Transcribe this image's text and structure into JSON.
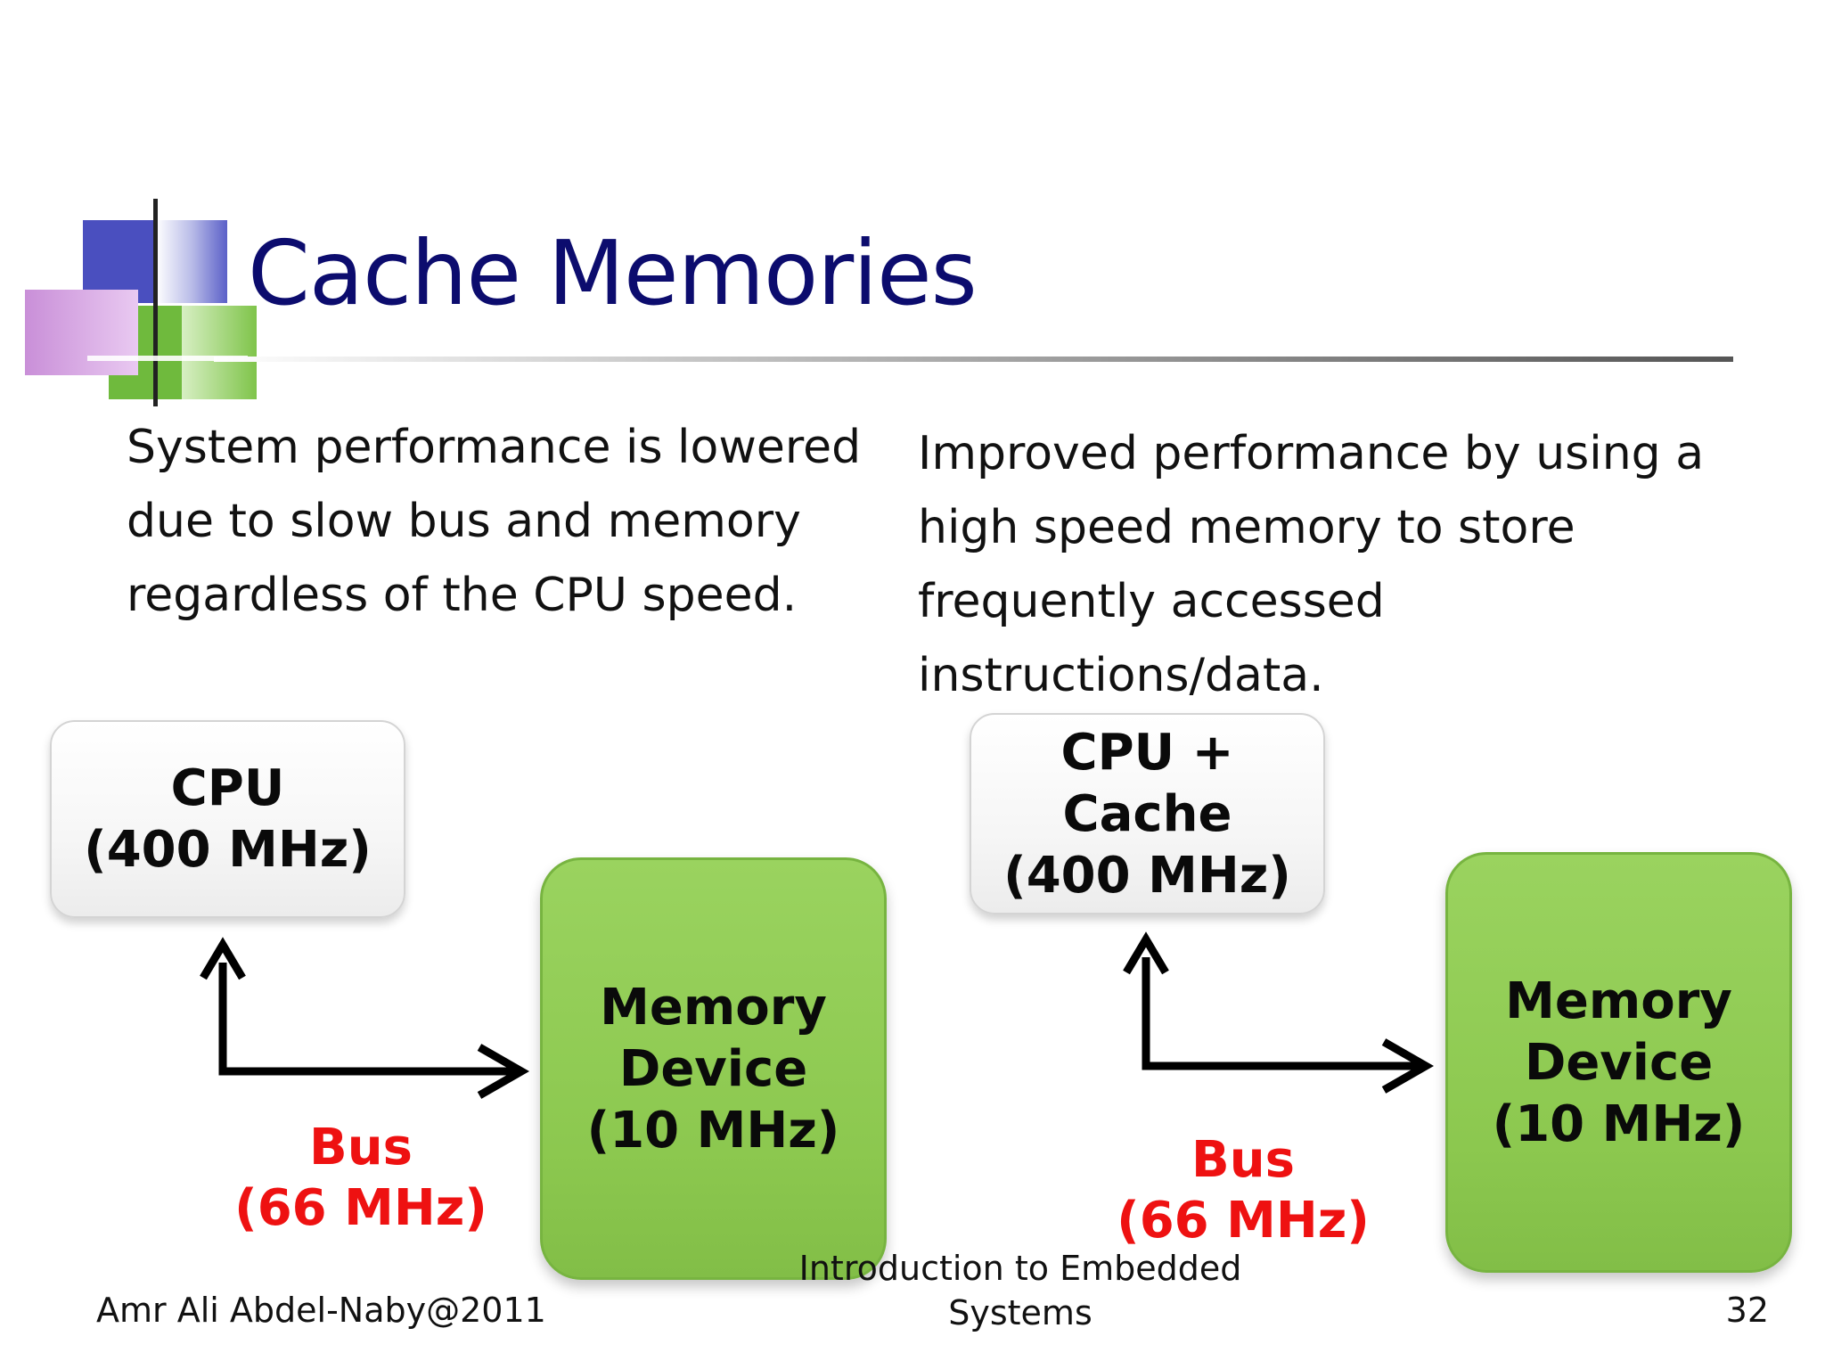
{
  "slide": {
    "title": "Cache Memories",
    "left_text": "System performance is lowered due to slow bus and memory regardless of the CPU speed.",
    "right_text": "Improved performance by using a high speed memory to store frequently accessed instructions/data."
  },
  "left_diagram": {
    "cpu_line1": "CPU",
    "cpu_line2": "(400 MHz)",
    "memory_line1": "Memory",
    "memory_line2": "Device",
    "memory_line3": "(10 MHz)",
    "bus_line1": "Bus",
    "bus_line2": "(66 MHz)"
  },
  "right_diagram": {
    "cpu_line1": "CPU +",
    "cpu_line2": "Cache",
    "cpu_line3": "(400 MHz)",
    "memory_line1": "Memory",
    "memory_line2": "Device",
    "memory_line3": "(10 MHz)",
    "bus_line1": "Bus",
    "bus_line2": "(66 MHz)"
  },
  "footer": {
    "author": "Amr Ali Abdel-Naby@2011",
    "course": "Introduction to Embedded Systems",
    "page_number": "32"
  },
  "colors": {
    "title": "#0c0c6e",
    "bus_label": "#ee1111",
    "memory_box": "#8cc84f"
  }
}
